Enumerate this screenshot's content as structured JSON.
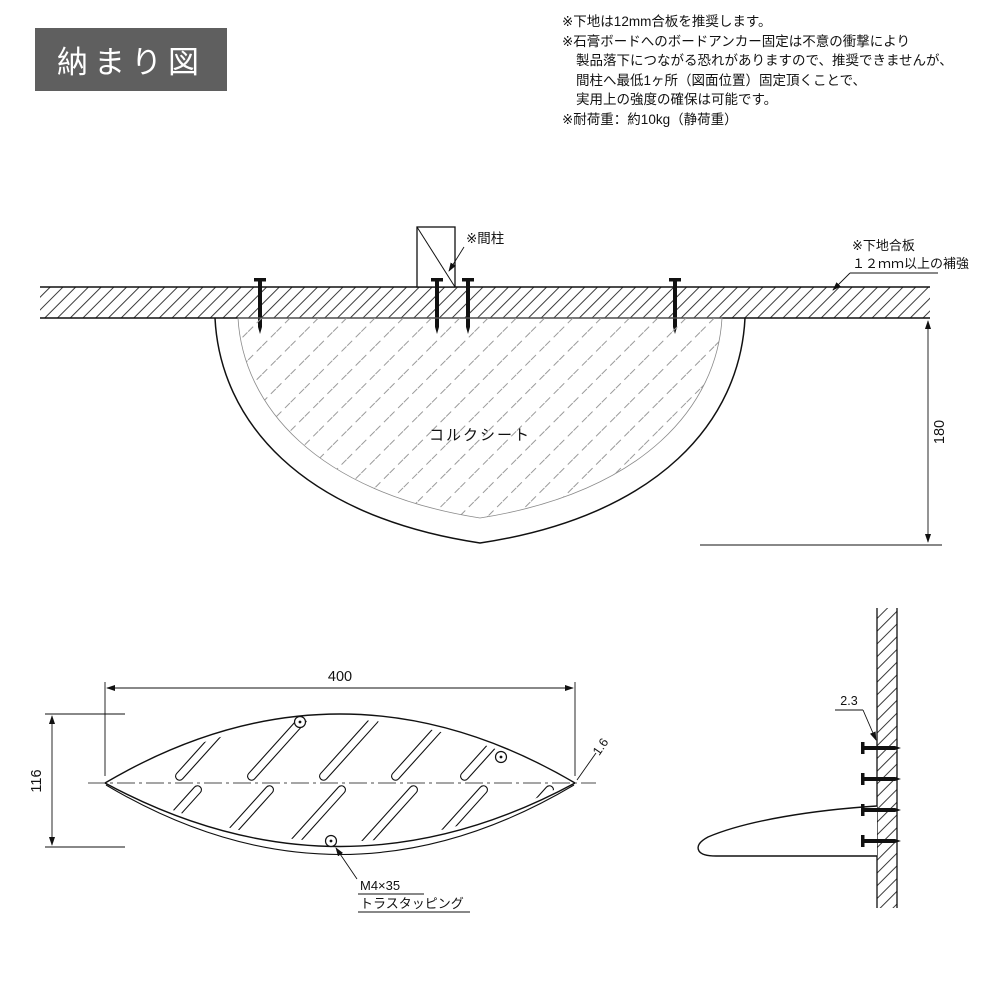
{
  "page": {
    "title": "納まり図"
  },
  "notes": {
    "line1": "※下地は12mm合板を推奨します。",
    "line2": "※石膏ボードへのボードアンカー固定は不意の衝撃により",
    "line3": "製品落下につながる恐れがありますので、推奨できませんが、",
    "line4": "間柱へ最低1ヶ所（図面位置）固定頂くことで、",
    "line5": "実用上の強度の確保は可能です。",
    "line6": "※耐荷重：約10kg（静荷重）"
  },
  "section_view": {
    "stud_label": "※間柱",
    "cork_sheet_label": "コルクシート",
    "backing_note_line1": "※下地合板",
    "backing_note_line2": "１２ｍｍ以上の補強",
    "dim_height": "180"
  },
  "plan_view": {
    "dim_width": "400",
    "dim_depth": "116",
    "dim_thickness": "1.6",
    "screw_note_line1": "M4×35",
    "screw_note_line2": "トラスタッピング"
  },
  "side_view": {
    "dim_plate_thickness": "2.3"
  },
  "colors": {
    "title_bg": "#5f5f5f",
    "title_fg": "#ffffff",
    "line": "#111111",
    "wall_hatch": "#3a3a3a",
    "cork_hatch": "#9a9a9a",
    "cork_label": "#c6c6c6"
  }
}
